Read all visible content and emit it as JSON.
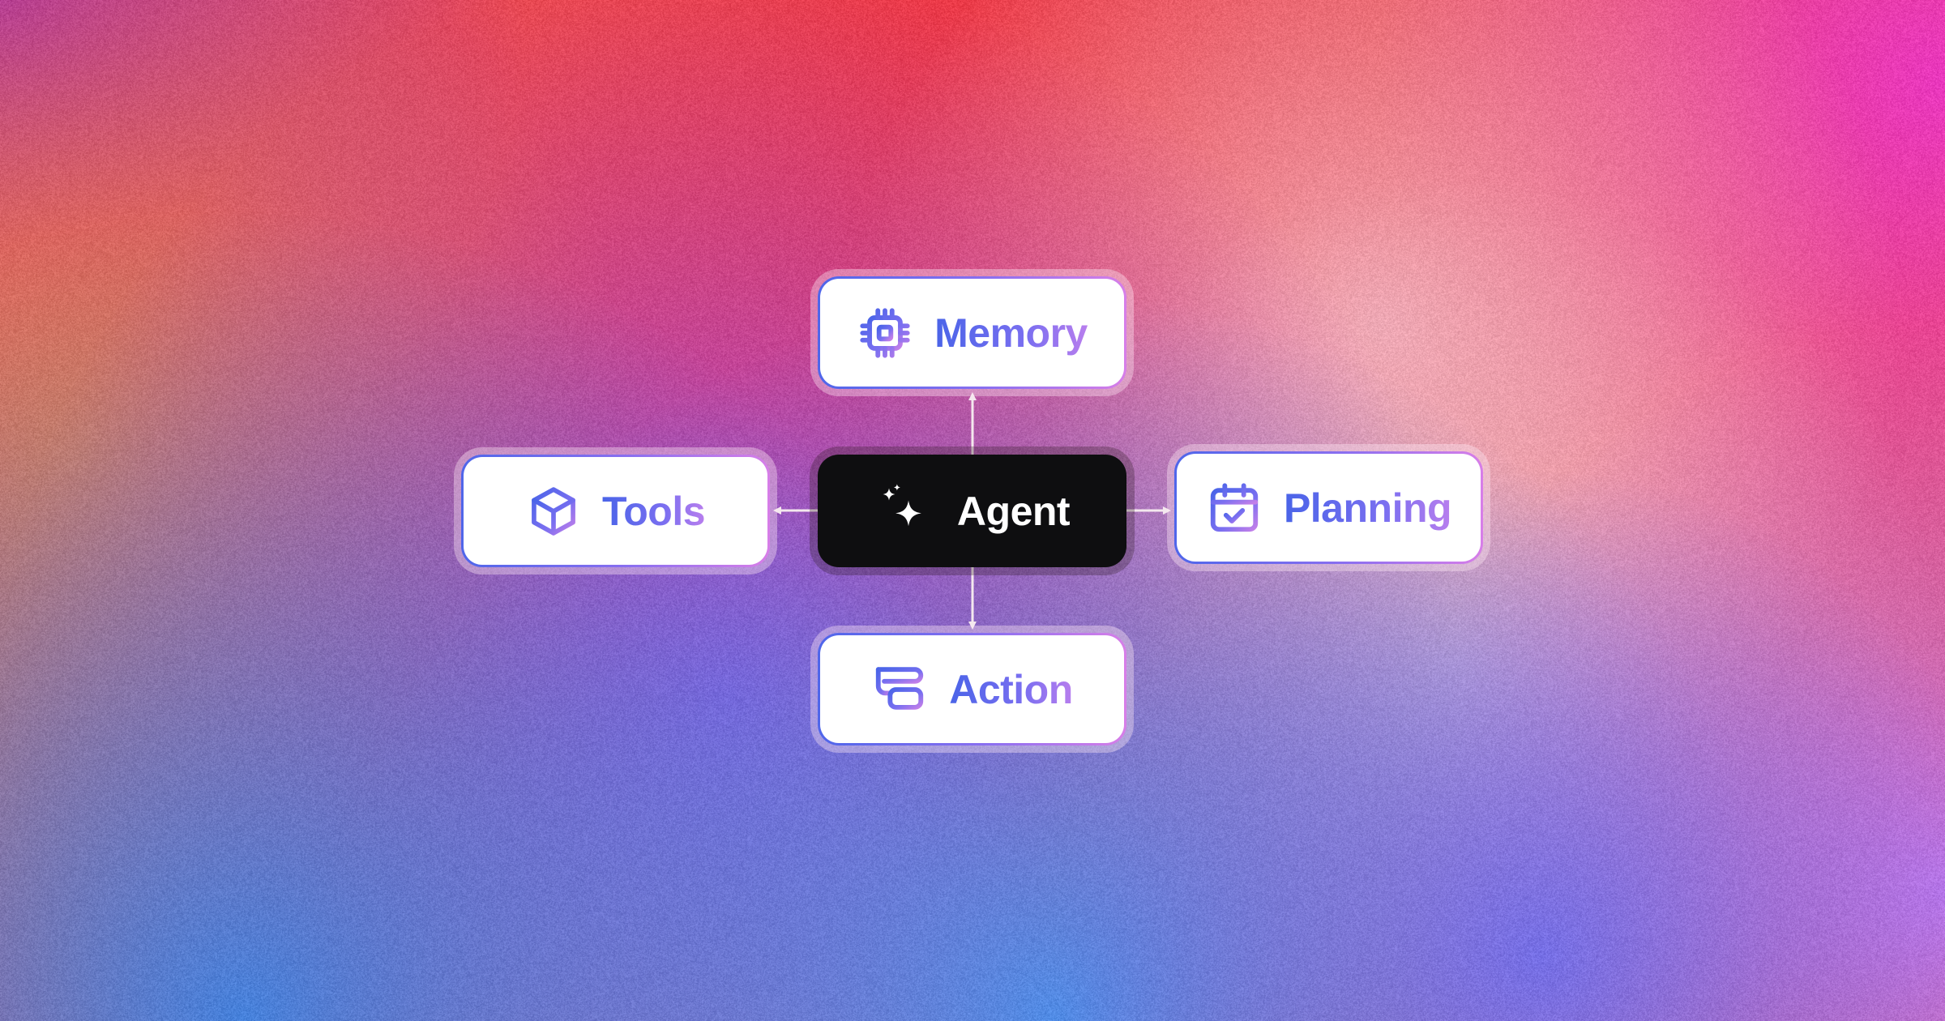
{
  "diagram": {
    "center": {
      "label": "Agent",
      "icon": "sparkles-icon"
    },
    "components": [
      {
        "key": "memory",
        "label": "Memory",
        "icon": "cpu-chip-icon",
        "direction": "up"
      },
      {
        "key": "tools",
        "label": "Tools",
        "icon": "cube-icon",
        "direction": "left"
      },
      {
        "key": "planning",
        "label": "Planning",
        "icon": "calendar-check-icon",
        "direction": "right"
      },
      {
        "key": "action",
        "label": "Action",
        "icon": "layers-icon",
        "direction": "down"
      }
    ]
  },
  "colors": {
    "accent_blue": "#4a64e8",
    "accent_violet": "#7a6ff0",
    "accent_pink": "#b87eee",
    "agent_box": "#0e0e10",
    "card": "#ffffff",
    "connector": "#f4e8ee"
  }
}
